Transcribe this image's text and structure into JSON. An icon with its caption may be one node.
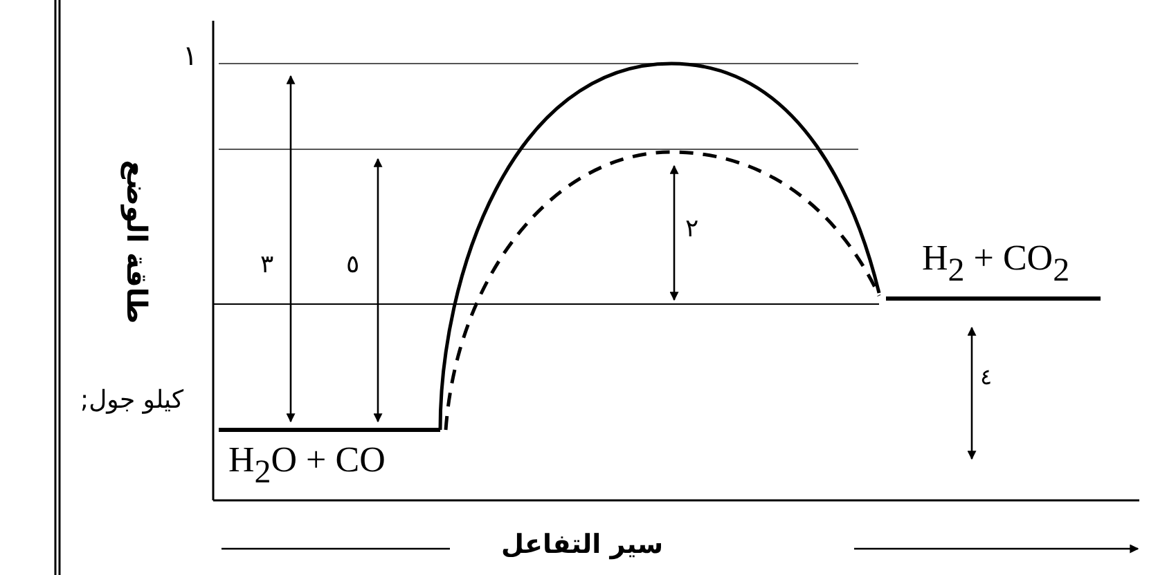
{
  "diagram": {
    "labels": [
      "١",
      "طاقة الوضع",
      "٣",
      "٥",
      "٢",
      "H$_{2}$ + CO$_{2}$",
      "كيلو جول;",
      "٤",
      "H$_{2}$O + CO",
      "سير التفاعل"
    ]
  }
}
